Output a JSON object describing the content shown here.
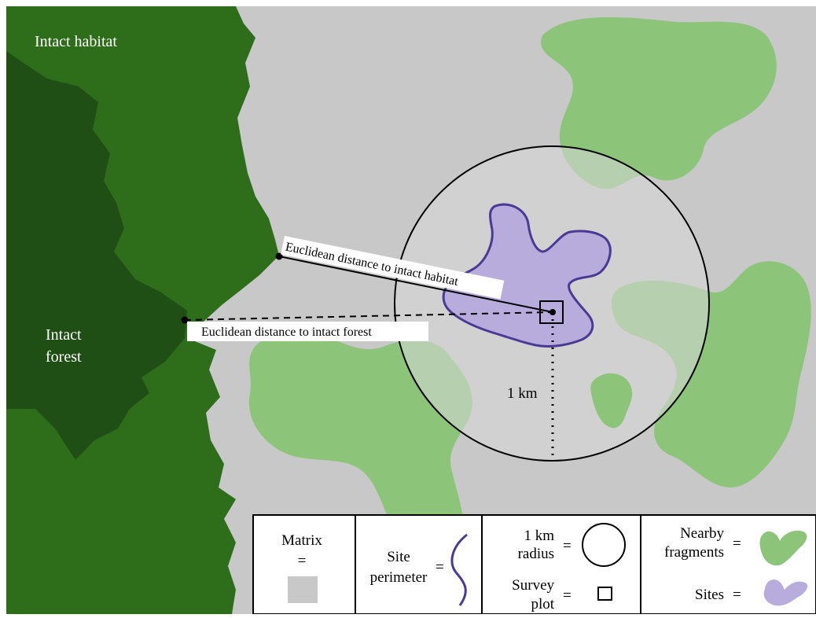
{
  "map": {
    "intact_habitat_label": "Intact habitat",
    "intact_forest_label_line1": "Intact",
    "intact_forest_label_line2": "forest",
    "distance_habitat_label": "Euclidean distance to intact habitat",
    "distance_forest_label": "Euclidean distance to intact forest",
    "radius_label": "1 km"
  },
  "legend": {
    "matrix_line1": "Matrix",
    "matrix_eq": "=",
    "site_line1": "Site",
    "site_line2": "perimeter",
    "site_eq": "=",
    "radius_line1": "1 km",
    "radius_line2": "radius",
    "radius_eq": "=",
    "plot_line1": "Survey",
    "plot_line2": "plot",
    "plot_eq": "=",
    "fragments_line1": "Nearby",
    "fragments_line2": "fragments",
    "fragments_eq": "=",
    "sites_label": "Sites",
    "sites_eq": "="
  },
  "colors": {
    "matrix": "#c8c8c8",
    "intact_habitat": "#2e6e1a",
    "intact_forest": "#1f4f14",
    "fragments": "#8cc47a",
    "site_fill": "#b8acdc",
    "site_stroke": "#4a3a94",
    "circle_fill": "#d8d8d8"
  }
}
